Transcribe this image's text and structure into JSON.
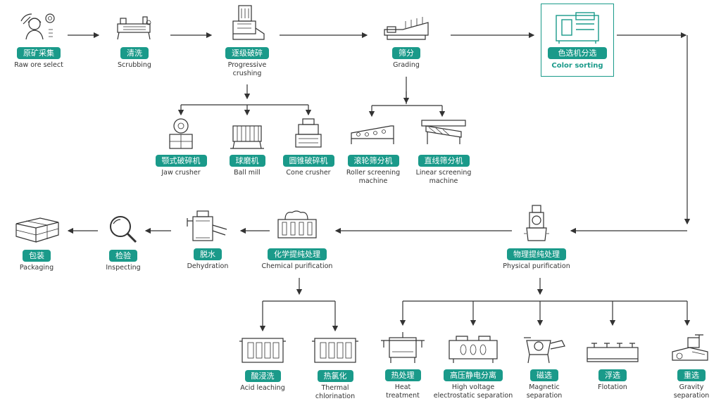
{
  "theme": {
    "accent": "#1a9a8a",
    "line": "#333333"
  },
  "nodes": {
    "raw_ore": {
      "cn": "原矿采集",
      "en": "Raw ore select",
      "icon": "miner-icon"
    },
    "scrubbing": {
      "cn": "清洗",
      "en": "Scrubbing",
      "icon": "scrubber-icon"
    },
    "crushing": {
      "cn": "逐级破碎",
      "en": "Progressive\ncrushing",
      "icon": "crusher-icon"
    },
    "grading": {
      "cn": "筛分",
      "en": "Grading",
      "icon": "screen-icon"
    },
    "color_sorting": {
      "cn": "色选机分选",
      "en": "Color sorting",
      "icon": "color-sorter-icon"
    },
    "jaw_crusher": {
      "cn": "颚式破碎机",
      "en": "Jaw crusher",
      "icon": "jaw-crusher-icon"
    },
    "ball_mill": {
      "cn": "球磨机",
      "en": "Ball mill",
      "icon": "ball-mill-icon"
    },
    "cone_crusher": {
      "cn": "圆锥破碎机",
      "en": "Cone crusher",
      "icon": "cone-crusher-icon"
    },
    "roller_screen": {
      "cn": "滚轮筛分机",
      "en": "Roller screening\nmachine",
      "icon": "roller-screen-icon"
    },
    "linear_screen": {
      "cn": "直线筛分机",
      "en": "Linear screening\nmachine",
      "icon": "linear-screen-icon"
    },
    "packaging": {
      "cn": "包装",
      "en": "Packaging",
      "icon": "package-icon"
    },
    "inspecting": {
      "cn": "检验",
      "en": "Inspecting",
      "icon": "magnifier-icon"
    },
    "dehydration": {
      "cn": "脱水",
      "en": "Dehydration",
      "icon": "dehydrator-icon"
    },
    "chemical": {
      "cn": "化学提纯处理",
      "en": "Chemical purification",
      "icon": "chemical-tank-icon"
    },
    "physical": {
      "cn": "物理提纯处理",
      "en": "Physical purification",
      "icon": "mill-tower-icon"
    },
    "acid": {
      "cn": "酸浸洗",
      "en": "Acid leaching",
      "icon": "acid-tank-icon"
    },
    "thermal": {
      "cn": "热氯化",
      "en": "Thermal\nchlorination",
      "icon": "chlorination-tank-icon"
    },
    "heat": {
      "cn": "热处理",
      "en": "Heat\ntreatment",
      "icon": "furnace-icon"
    },
    "high_voltage": {
      "cn": "高压静电分离",
      "en": "High voltage\nelectrostatic separation",
      "icon": "electrostatic-separator-icon"
    },
    "magnetic": {
      "cn": "磁选",
      "en": "Magnetic\nseparation",
      "icon": "magnetic-separator-icon"
    },
    "flotation": {
      "cn": "浮选",
      "en": "Flotation",
      "icon": "flotation-cell-icon"
    },
    "gravity": {
      "cn": "重选",
      "en": "Gravity\nseparation",
      "icon": "jig-icon"
    }
  }
}
